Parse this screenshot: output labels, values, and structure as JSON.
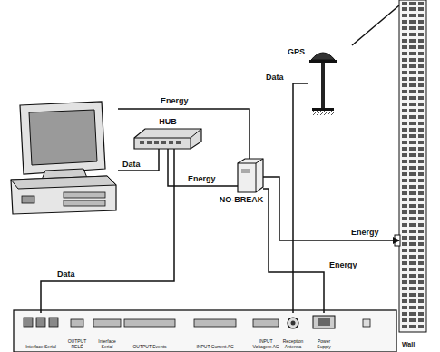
{
  "diagram": {
    "nodes": [
      {
        "text": []
      },
      {
        "text": [
          "HUB"
        ]
      },
      {
        "text": [
          "GPS"
        ]
      },
      {
        "text": [
          "NO-BREAK"
        ]
      },
      {
        "text": [
          "Wall"
        ]
      },
      {
        "text": [
          "Interface Serial"
        ]
      },
      {
        "text": [
          "OUTPUT RELÉ"
        ]
      },
      {
        "text": [
          "Interface Serial"
        ]
      },
      {
        "text": [
          "OUTPUT Events"
        ]
      },
      {
        "text": [
          "INPUT Current AC"
        ]
      },
      {
        "text": [
          "INPUT Voltagem AC"
        ]
      },
      {
        "text": [
          "Reception Antenna"
        ]
      },
      {
        "text": [
          "Power Supply"
        ]
      }
    ],
    "edges": [
      {
        "from": 0,
        "to": 3,
        "label": "Energy",
        "arrow": "none"
      },
      {
        "from": 0,
        "to": 1,
        "label": "Data",
        "arrow": "none"
      },
      {
        "from": 1,
        "to": 3,
        "label": "Energy",
        "arrow": "none"
      },
      {
        "from": 1,
        "to": 5,
        "label": "Data",
        "arrow": "none"
      },
      {
        "from": 2,
        "to": 11,
        "label": "Data",
        "arrow": "none"
      },
      {
        "from": 3,
        "to": 4,
        "label": "Energy",
        "arrow": "to"
      },
      {
        "from": 3,
        "to": 12,
        "label": "Energy",
        "arrow": "none"
      }
    ]
  }
}
